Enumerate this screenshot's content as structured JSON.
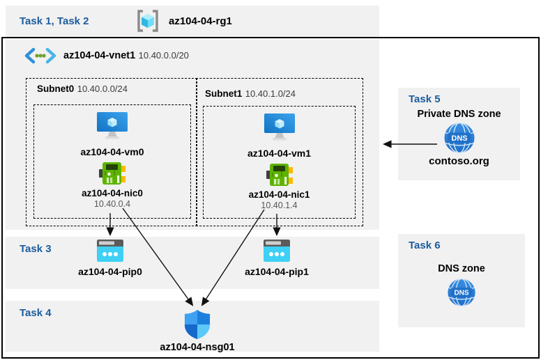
{
  "colors": {
    "task_heading_blue": "#1b5c9e",
    "panel_gray": "#f1f1f1",
    "frame_black": "#000000",
    "azure_blue": "#1b7fd4",
    "nic_green": "#5db300",
    "pip_cyan": "#3ed0f5",
    "dns_blue": "#2e7fd6"
  },
  "header": {
    "tasks_label": "Task 1, Task 2",
    "resource_group": "az104-04-rg1"
  },
  "vnet": {
    "name": "az104-04-vnet1",
    "cidr": "10.40.0.0/20",
    "subnets": [
      {
        "name": "Subnet0",
        "cidr": "10.40.0.0/24",
        "vm": "az104-04-vm0",
        "nic": "az104-04-nic0",
        "ip": "10.40.0.4"
      },
      {
        "name": "Subnet1",
        "cidr": "10.40.1.0/24",
        "vm": "az104-04-vm1",
        "nic": "az104-04-nic1",
        "ip": "10.40.1.4"
      }
    ]
  },
  "task3": {
    "label": "Task 3",
    "pips": [
      "az104-04-pip0",
      "az104-04-pip1"
    ]
  },
  "task4": {
    "label": "Task 4",
    "nsg": "az104-04-nsg01"
  },
  "task5": {
    "label": "Task 5",
    "title": "Private DNS zone",
    "zone_name": "contoso.org",
    "dns_icon_text": "DNS"
  },
  "task6": {
    "label": "Task 6",
    "title": "DNS zone",
    "dns_icon_text": "DNS"
  }
}
